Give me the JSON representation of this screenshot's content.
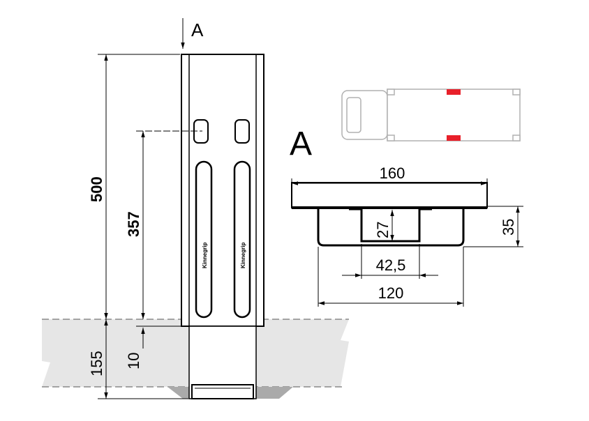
{
  "view_marker": "A",
  "section_title": "A",
  "post": {
    "height": "500",
    "handle_height": "357",
    "embed_depth": "155",
    "ground_offset": "10",
    "handle_brand": "Kinnegrip"
  },
  "section": {
    "top_width": "160",
    "inner_height": "27",
    "total_height": "35",
    "channel_width": "42,5",
    "body_width": "120"
  },
  "colors": {
    "marker": "#e8202a",
    "ground": "#e6e6e6",
    "truck": "#b0b0b0"
  }
}
